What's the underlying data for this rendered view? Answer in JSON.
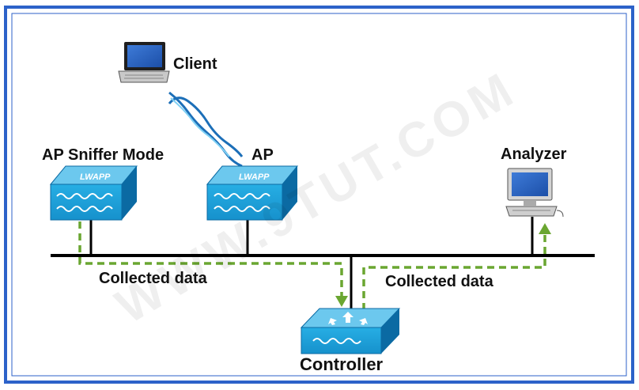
{
  "labels": {
    "client": "Client",
    "ap_sniffer": "AP Sniffer Mode",
    "ap": "AP",
    "analyzer": "Analyzer",
    "collected_left": "Collected data",
    "collected_right": "Collected data",
    "controller": "Controller"
  },
  "device_text": {
    "lwapp_sniffer": "LWAPP",
    "lwapp_ap": "LWAPP"
  },
  "watermark": "WWW.9TUT.COM",
  "colors": {
    "frame_border": "#2c62c9",
    "device_face": "#1ea0d8",
    "device_top": "#6cc8ee",
    "device_side": "#0b6aa3",
    "flow_arrow": "#6aa631",
    "link_line": "#000000"
  },
  "icons": {
    "client": "laptop-icon",
    "analyzer": "desktop-computer-icon",
    "sniffer": "lwapp-access-point-icon",
    "ap": "lwapp-access-point-icon",
    "controller": "wireless-controller-icon",
    "wireless_link": "wireless-signal-icon"
  }
}
